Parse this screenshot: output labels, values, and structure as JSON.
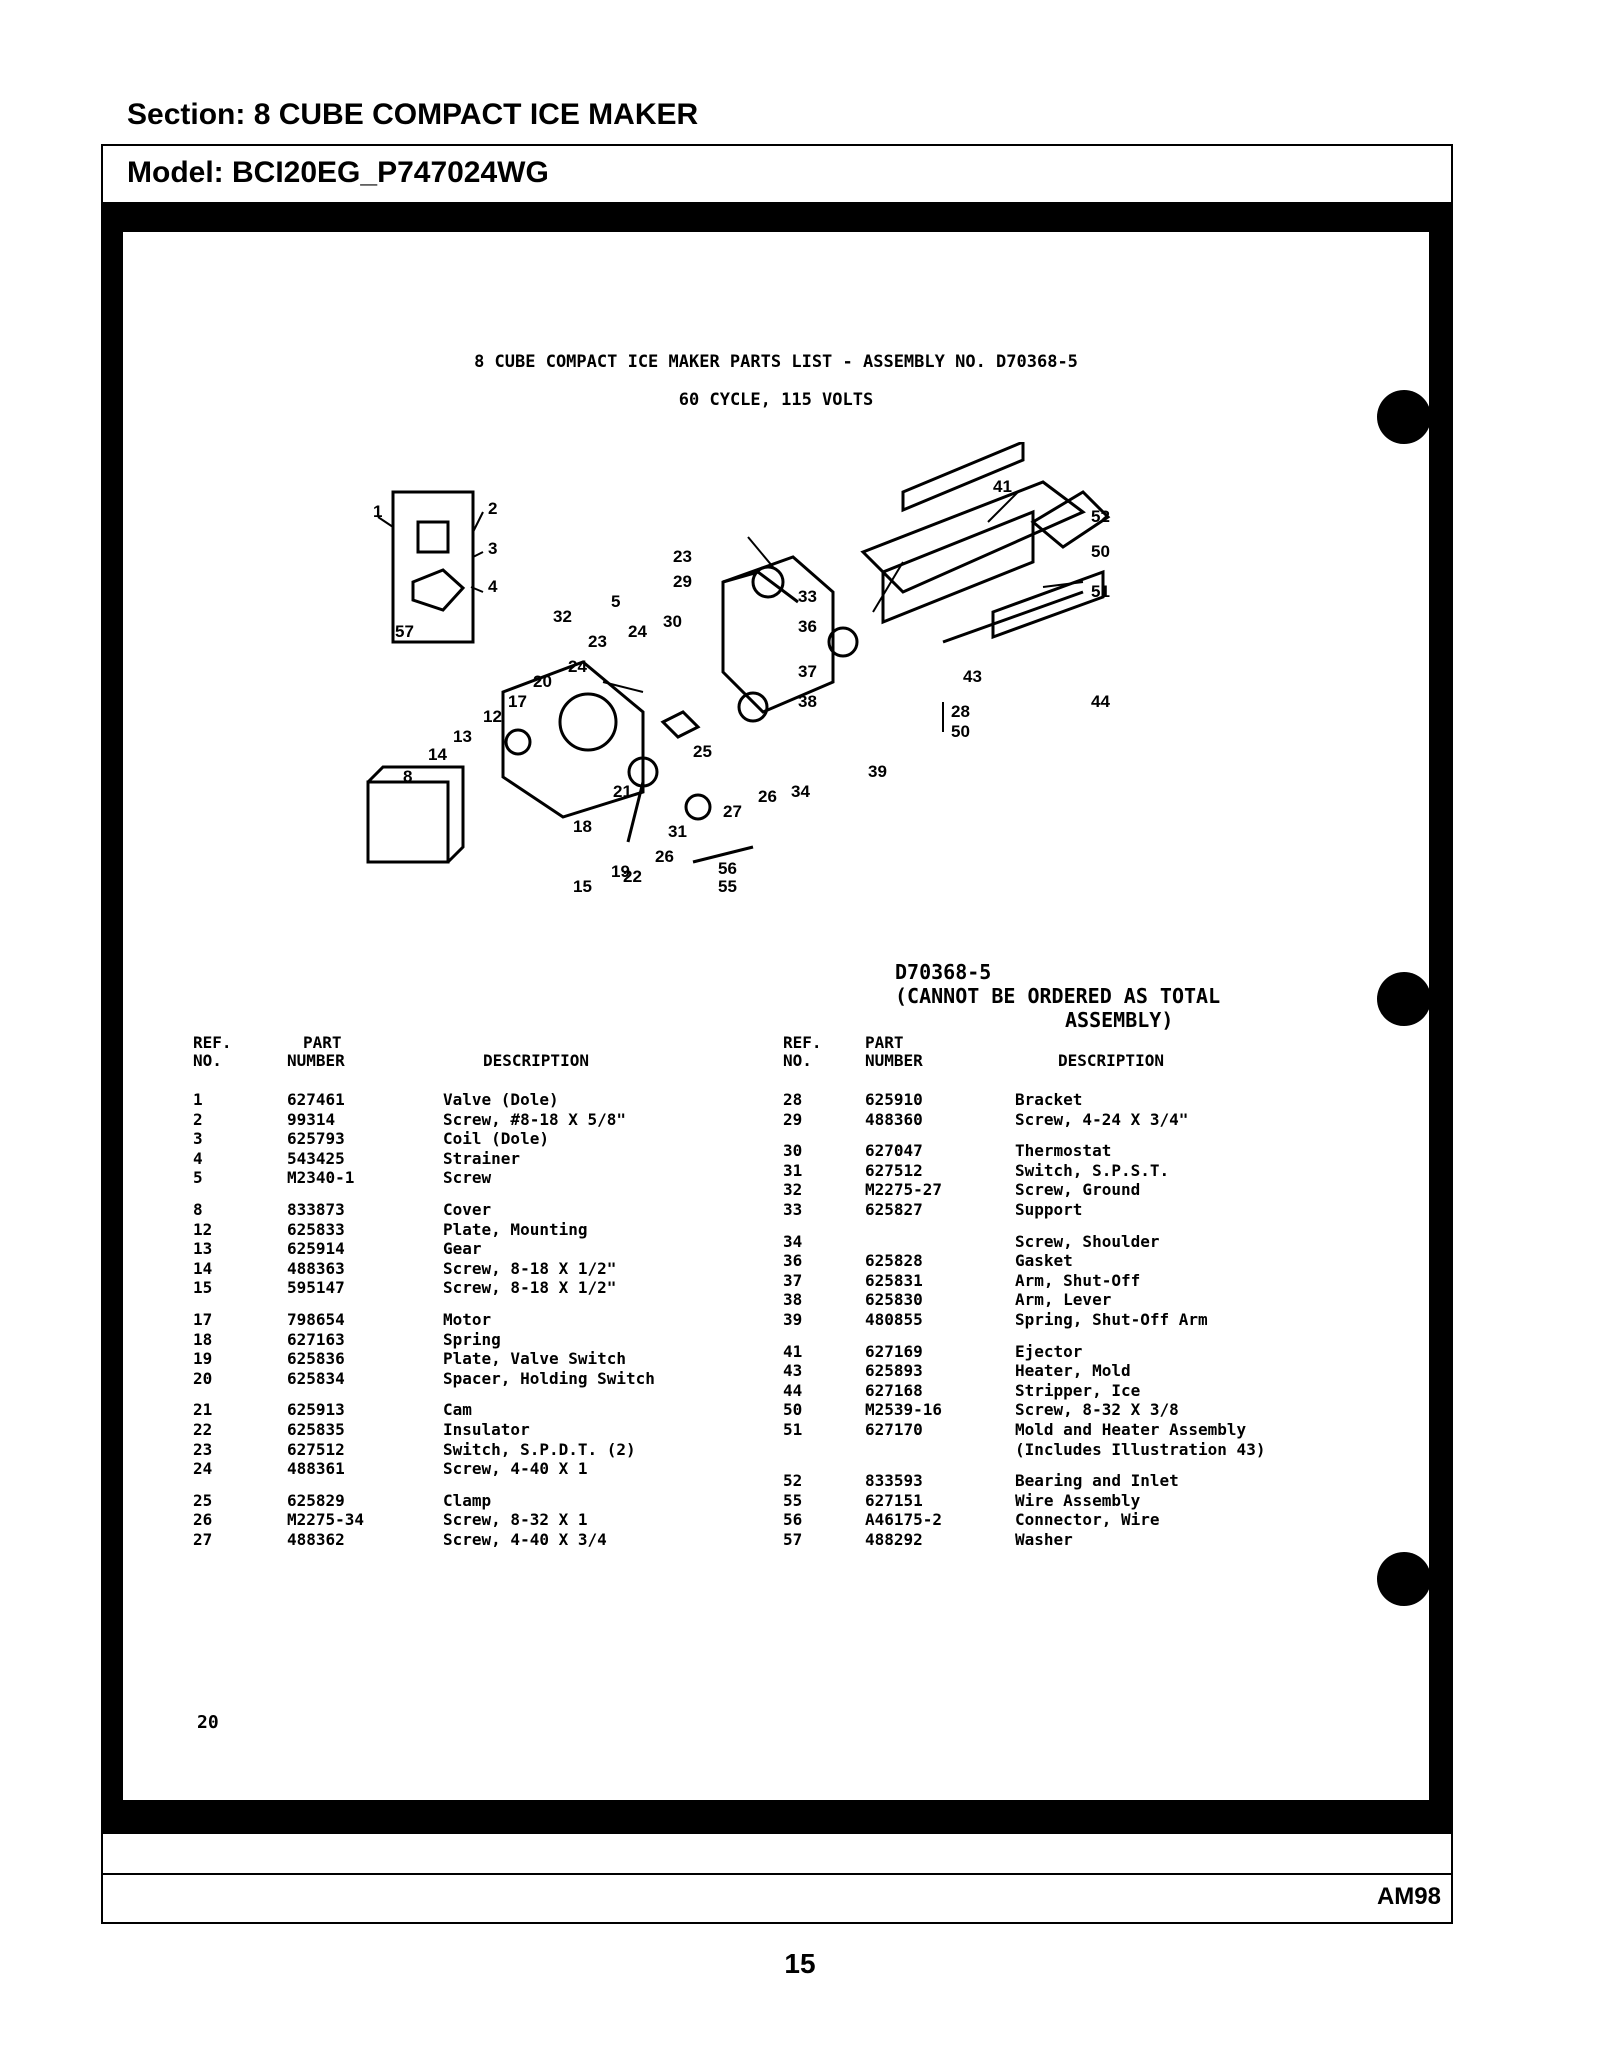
{
  "section": {
    "label": "Section:",
    "value": "8 CUBE COMPACT ICE MAKER"
  },
  "model": {
    "label": "Model:",
    "value": "BCI20EG_P747024WG"
  },
  "doc": {
    "title": "8 CUBE COMPACT ICE MAKER PARTS LIST - ASSEMBLY NO. D70368-5",
    "subtitle": "60 CYCLE, 115 VOLTS",
    "assembly_line1": "D70368-5",
    "assembly_line2": "(CANNOT BE ORDERED AS TOTAL",
    "assembly_line3": "ASSEMBLY)",
    "headers": {
      "ref1": "REF.",
      "ref2": "NO.",
      "part1": "PART",
      "part2": "NUMBER",
      "desc": "DESCRIPTION"
    },
    "inner_page": "20"
  },
  "callouts": [
    "1",
    "2",
    "3",
    "4",
    "57",
    "5",
    "23",
    "29",
    "33",
    "36",
    "37",
    "38",
    "39",
    "32",
    "24",
    "30",
    "23",
    "24",
    "20",
    "17",
    "12",
    "13",
    "14",
    "8",
    "25",
    "26",
    "34",
    "27",
    "21",
    "18",
    "19",
    "15",
    "31",
    "26",
    "22",
    "56",
    "55",
    "41",
    "52",
    "50",
    "51",
    "43",
    "44",
    "28",
    "50"
  ],
  "parts_left": [
    [
      {
        "ref": "1",
        "part": "627461",
        "desc": "Valve (Dole)"
      },
      {
        "ref": "2",
        "part": "99314",
        "desc": "Screw, #8-18 X 5/8\""
      },
      {
        "ref": "3",
        "part": "625793",
        "desc": "Coil (Dole)"
      },
      {
        "ref": "4",
        "part": "543425",
        "desc": "Strainer"
      },
      {
        "ref": "5",
        "part": "M2340-1",
        "desc": "Screw"
      }
    ],
    [
      {
        "ref": "8",
        "part": "833873",
        "desc": "Cover"
      },
      {
        "ref": "12",
        "part": "625833",
        "desc": "Plate, Mounting"
      },
      {
        "ref": "13",
        "part": "625914",
        "desc": "Gear"
      },
      {
        "ref": "14",
        "part": "488363",
        "desc": "Screw, 8-18 X 1/2\""
      },
      {
        "ref": "15",
        "part": "595147",
        "desc": "Screw, 8-18 X 1/2\""
      }
    ],
    [
      {
        "ref": "17",
        "part": "798654",
        "desc": "Motor"
      },
      {
        "ref": "18",
        "part": "627163",
        "desc": "Spring"
      },
      {
        "ref": "19",
        "part": "625836",
        "desc": "Plate, Valve Switch"
      },
      {
        "ref": "20",
        "part": "625834",
        "desc": "Spacer, Holding Switch"
      }
    ],
    [
      {
        "ref": "21",
        "part": "625913",
        "desc": "Cam"
      },
      {
        "ref": "22",
        "part": "625835",
        "desc": "Insulator"
      },
      {
        "ref": "23",
        "part": "627512",
        "desc": "Switch, S.P.D.T. (2)"
      },
      {
        "ref": "24",
        "part": "488361",
        "desc": "Screw, 4-40 X 1"
      }
    ],
    [
      {
        "ref": "25",
        "part": "625829",
        "desc": "Clamp"
      },
      {
        "ref": "26",
        "part": "M2275-34",
        "desc": "Screw, 8-32 X 1"
      },
      {
        "ref": "27",
        "part": "488362",
        "desc": "Screw, 4-40 X 3/4"
      }
    ]
  ],
  "parts_right": [
    [
      {
        "ref": "28",
        "part": "625910",
        "desc": "Bracket"
      },
      {
        "ref": "29",
        "part": "488360",
        "desc": "Screw, 4-24 X 3/4\""
      }
    ],
    [
      {
        "ref": "30",
        "part": "627047",
        "desc": "Thermostat"
      },
      {
        "ref": "31",
        "part": "627512",
        "desc": "Switch, S.P.S.T."
      },
      {
        "ref": "32",
        "part": "M2275-27",
        "desc": "Screw, Ground"
      },
      {
        "ref": "33",
        "part": "625827",
        "desc": "Support"
      }
    ],
    [
      {
        "ref": "34",
        "part": "",
        "desc": "Screw, Shoulder"
      },
      {
        "ref": "36",
        "part": "625828",
        "desc": "Gasket"
      },
      {
        "ref": "37",
        "part": "625831",
        "desc": "Arm, Shut-Off"
      },
      {
        "ref": "38",
        "part": "625830",
        "desc": "Arm, Lever"
      },
      {
        "ref": "39",
        "part": "480855",
        "desc": "Spring, Shut-Off Arm"
      }
    ],
    [
      {
        "ref": "41",
        "part": "627169",
        "desc": "Ejector"
      },
      {
        "ref": "43",
        "part": "625893",
        "desc": "Heater, Mold"
      },
      {
        "ref": "44",
        "part": "627168",
        "desc": "Stripper, Ice"
      },
      {
        "ref": "50",
        "part": "M2539-16",
        "desc": "Screw, 8-32 X 3/8"
      },
      {
        "ref": "51",
        "part": "627170",
        "desc": "Mold and Heater Assembly"
      },
      {
        "ref": "",
        "part": "",
        "desc": "(Includes Illustration 43)"
      }
    ],
    [
      {
        "ref": "52",
        "part": "833593",
        "desc": "Bearing and Inlet"
      },
      {
        "ref": "55",
        "part": "627151",
        "desc": "Wire Assembly"
      },
      {
        "ref": "56",
        "part": "A46175-2",
        "desc": "Connector, Wire"
      },
      {
        "ref": "57",
        "part": "488292",
        "desc": "Washer"
      }
    ]
  ],
  "footer": {
    "code": "AM98",
    "page": "15"
  }
}
